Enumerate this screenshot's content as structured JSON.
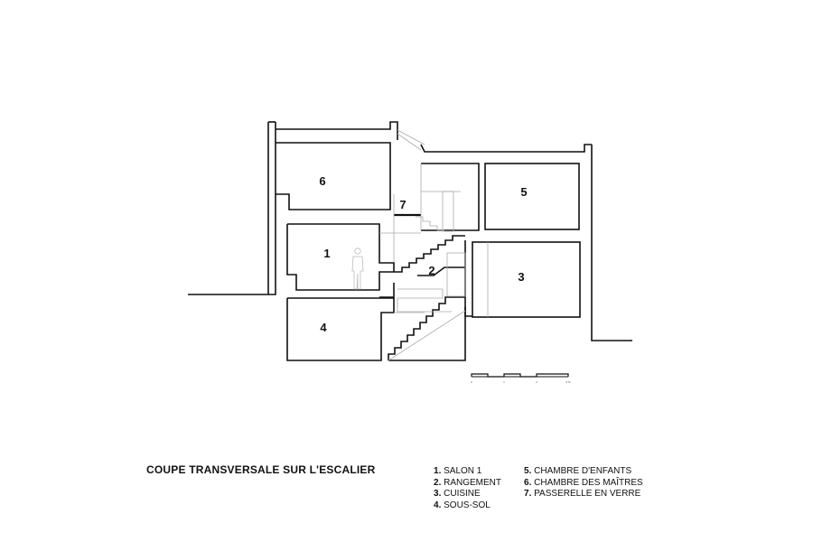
{
  "title": "COUPE TRANSVERSALE SUR L'ESCALIER",
  "rooms": [
    {
      "num": "1",
      "name": "SALON 1"
    },
    {
      "num": "2",
      "name": "RANGEMENT"
    },
    {
      "num": "3",
      "name": "CUISINE"
    },
    {
      "num": "4",
      "name": "SOUS-SOL"
    },
    {
      "num": "5",
      "name": "CHAMBRE D'ENFANTS"
    },
    {
      "num": "6",
      "name": "CHAMBRE DES MAÎTRES"
    },
    {
      "num": "7",
      "name": "PASSERELLE EN VERRE"
    }
  ],
  "scale_bar": {
    "labels": [
      "0",
      "1",
      "2",
      "5 M"
    ]
  },
  "colors": {
    "line": "#111111",
    "thin": "#999999"
  }
}
